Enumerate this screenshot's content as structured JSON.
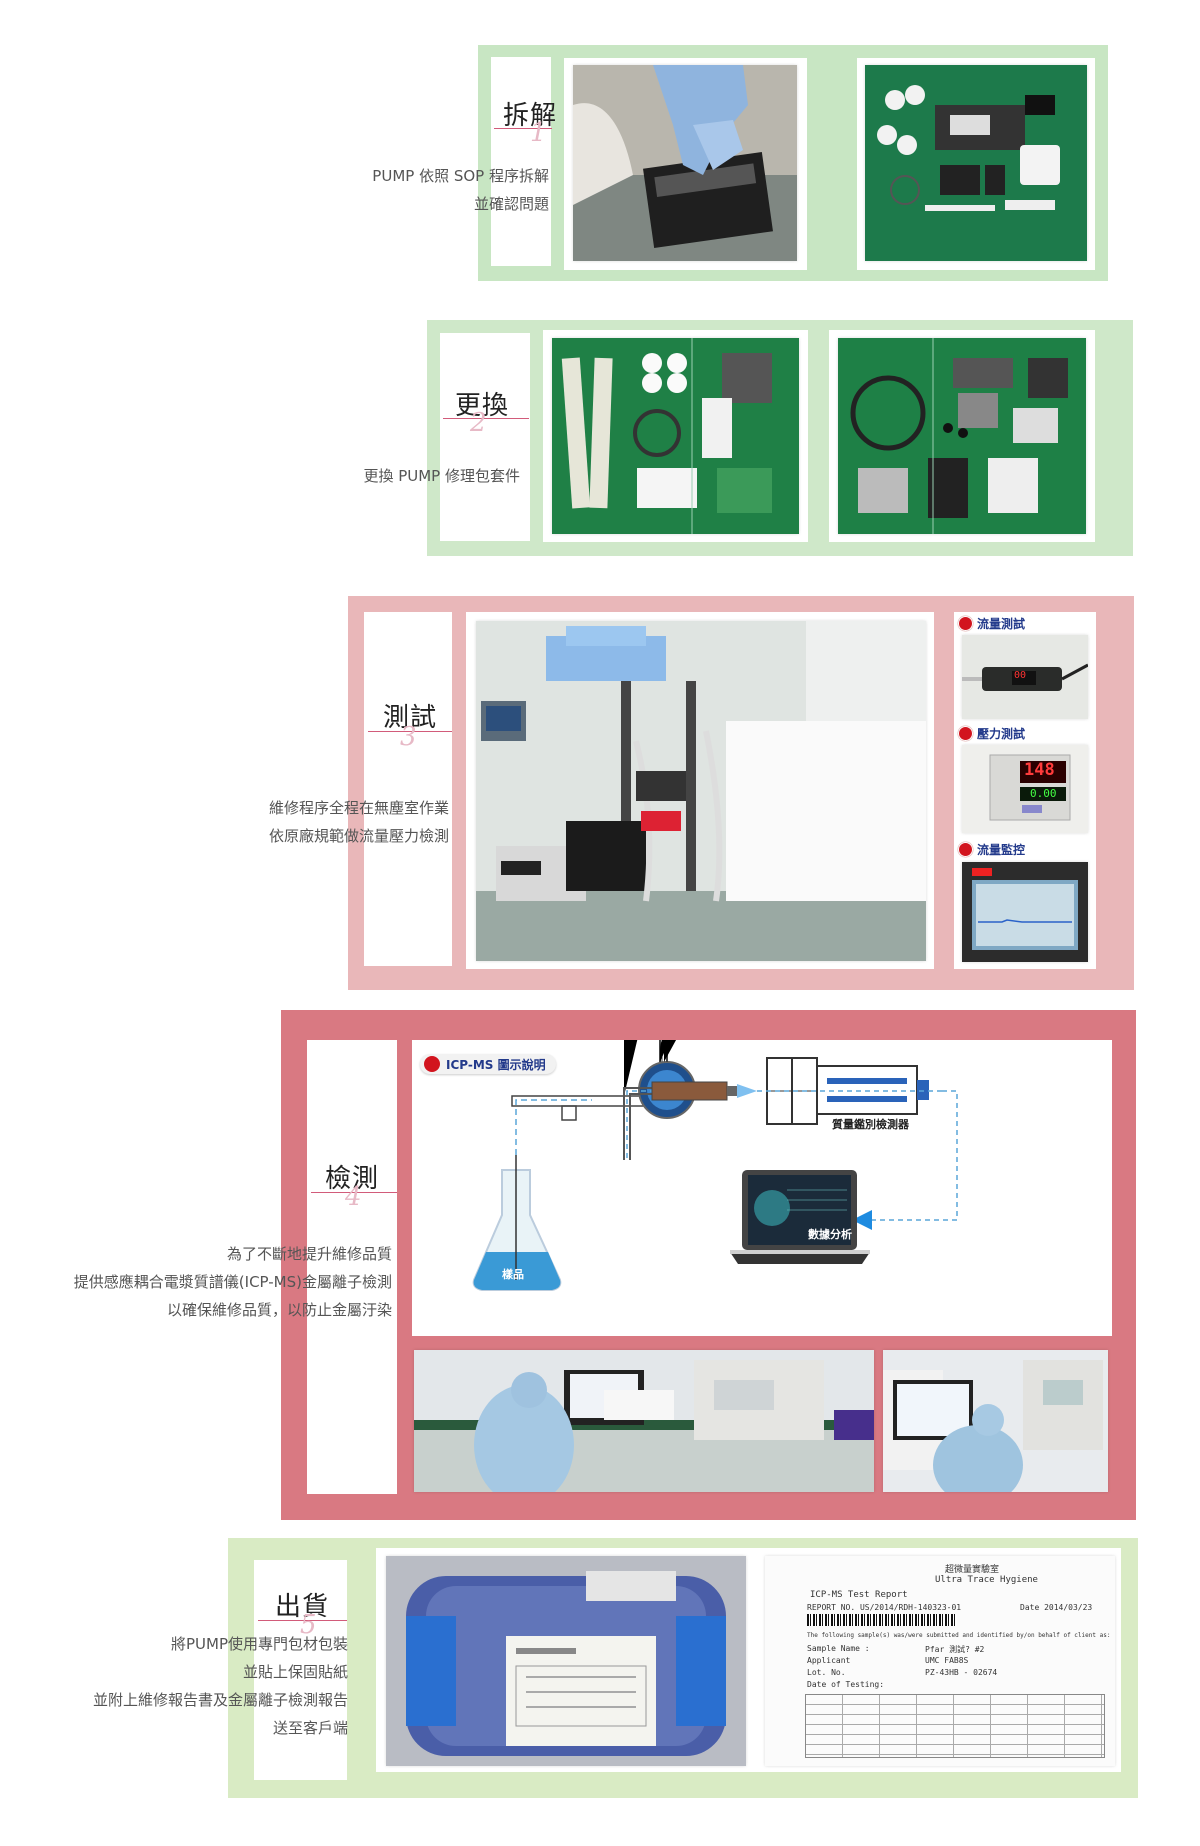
{
  "steps": [
    {
      "title": "拆解",
      "desc_lines": [
        "PUMP 依照 SOP 程序拆解",
        "並確認問題"
      ]
    },
    {
      "title": "更換",
      "desc_lines": [
        "更換 PUMP 修理包套件"
      ]
    },
    {
      "title": "測試",
      "desc_lines": [
        "維修程序全程在無塵室作業",
        "依原廠規範做流量壓力檢測"
      ],
      "side_tags": [
        "流量測試",
        "壓力測試",
        "流量監控"
      ],
      "flow_display": "00",
      "pressure_display": "148",
      "pressure_sub": "0.00"
    },
    {
      "title": "檢測",
      "desc_lines": [
        "為了不斷地提升維修品質",
        "提供感應耦合電漿質譜儀(ICP-MS)金屬離子檢測",
        "以確保維修品質，以防止金屬汙染"
      ],
      "diagram": {
        "tag": "ICP-MS 圖示說明",
        "flask_label": "樣品",
        "detector_label": "質量鑑別檢測器",
        "analysis_label": "數據分析"
      }
    },
    {
      "title": "出貨",
      "desc_lines": [
        "將PUMP使用專門包材包裝",
        "並貼上保固貼紙",
        "並附上維修報告書及金屬離子檢測報告",
        "送至客戶端"
      ],
      "report": {
        "org_cn": "超微量實驗室",
        "org_en": "Ultra Trace Hygiene",
        "heading": "ICP-MS Test Report",
        "report_no": "REPORT NO.  US/2014/RDH-140323-01",
        "date": "Date  2014/03/23",
        "intro": "The following sample(s) was/were submitted and identified by/on behalf of client as:",
        "sample_name_label": "Sample Name :",
        "sample_name_value": "Pfar 測試? #2",
        "applicant_label": "Applicant",
        "applicant_value": "UMC FAB8S",
        "lot_label": "Lot. No.",
        "lot_value": "PZ-43HB - 02674",
        "date_testing": "Date of Testing:"
      }
    }
  ],
  "colors": {
    "green": "#c8e6c3",
    "pink": "#e9b7b9",
    "red": "#d97982",
    "lime": "#d9ebc4",
    "accent": "#d25b7a"
  }
}
